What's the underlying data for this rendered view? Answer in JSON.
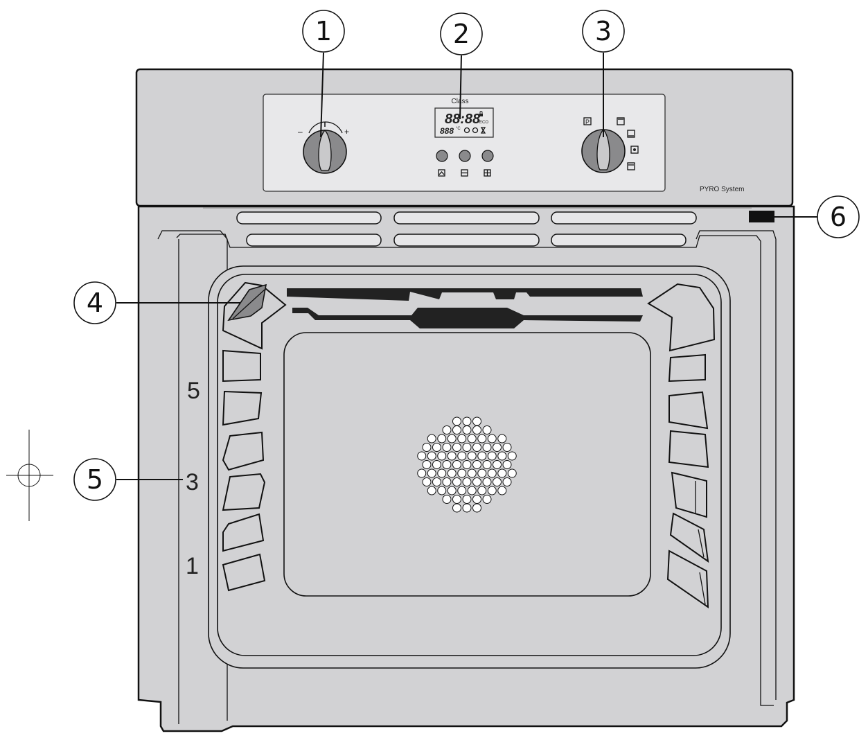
{
  "brand_label": "Class",
  "panel_label": "PYRO System",
  "display": {
    "main_digits": "88:88",
    "small_digits": "888",
    "unit": "°C",
    "eco": "ECO"
  },
  "dial_left": {
    "minus": "–",
    "plus": "+"
  },
  "dial_right": {
    "program_letter": "P"
  },
  "callouts": [
    "1",
    "2",
    "3",
    "4",
    "5",
    "6"
  ],
  "shelf_levels": [
    "5",
    "3",
    "1"
  ],
  "colors": {
    "body": "#d2d2d4",
    "line": "#111111",
    "display": "#e9e9ea"
  }
}
